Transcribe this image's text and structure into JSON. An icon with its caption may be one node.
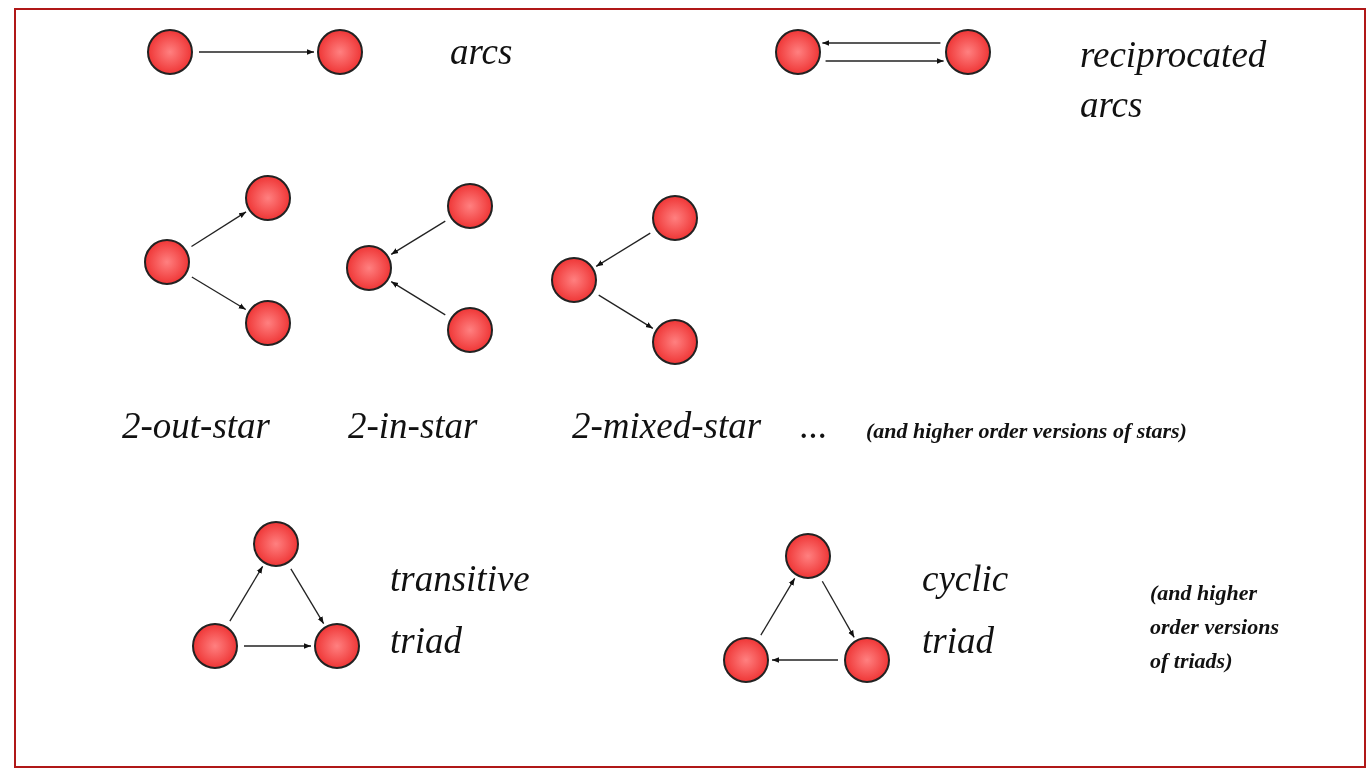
{
  "diagram": {
    "nodes": [
      {
        "text": [],
        "shape": "circle"
      },
      {
        "text": [],
        "shape": "circle"
      },
      {
        "text": [],
        "shape": "circle"
      },
      {
        "text": [],
        "shape": "circle"
      },
      {
        "text": [],
        "shape": "circle"
      },
      {
        "text": [],
        "shape": "circle"
      },
      {
        "text": [],
        "shape": "circle"
      },
      {
        "text": [],
        "shape": "circle"
      },
      {
        "text": [],
        "shape": "circle"
      },
      {
        "text": [],
        "shape": "circle"
      },
      {
        "text": [],
        "shape": "circle"
      },
      {
        "text": [],
        "shape": "circle"
      },
      {
        "text": [],
        "shape": "circle"
      },
      {
        "text": [],
        "shape": "circle"
      },
      {
        "text": [],
        "shape": "circle"
      },
      {
        "text": [],
        "shape": "circle"
      },
      {
        "text": [],
        "shape": "circle"
      },
      {
        "text": [],
        "shape": "circle"
      },
      {
        "text": [],
        "shape": "circle"
      }
    ],
    "edges": [
      {
        "from": 0,
        "to": 1,
        "arrow": "to"
      },
      {
        "from": 3,
        "to": 2,
        "arrow": "to"
      },
      {
        "from": 2,
        "to": 3,
        "arrow": "to"
      },
      {
        "from": 4,
        "to": 5,
        "arrow": "to"
      },
      {
        "from": 4,
        "to": 6,
        "arrow": "to"
      },
      {
        "from": 8,
        "to": 7,
        "arrow": "to"
      },
      {
        "from": 9,
        "to": 7,
        "arrow": "to"
      },
      {
        "from": 11,
        "to": 10,
        "arrow": "to"
      },
      {
        "from": 10,
        "to": 12,
        "arrow": "to"
      },
      {
        "from": 13,
        "to": 14,
        "arrow": "to"
      },
      {
        "from": 14,
        "to": 15,
        "arrow": "to"
      },
      {
        "from": 13,
        "to": 15,
        "arrow": "to"
      },
      {
        "from": 16,
        "to": 17,
        "arrow": "to"
      },
      {
        "from": 17,
        "to": 18,
        "arrow": "to"
      },
      {
        "from": 18,
        "to": 16,
        "arrow": "to"
      }
    ],
    "labels": [
      "arcs",
      "reciprocated arcs",
      "2-out-star",
      "2-in-star",
      "2-mixed-star",
      "...",
      "(and higher order versions of stars)",
      "transitive triad",
      "cyclic triad",
      "(and higher order versions of triads)"
    ]
  }
}
